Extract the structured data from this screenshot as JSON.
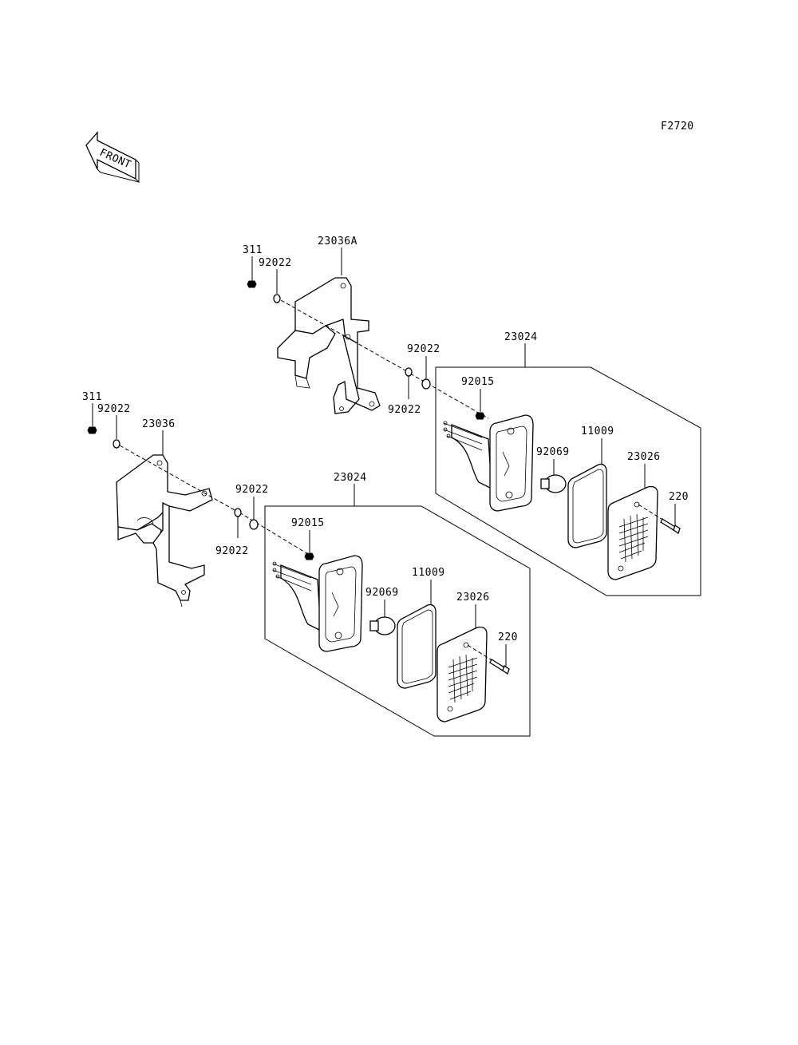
{
  "diagram_code": "F2720",
  "front_arrow_text": "FRONT",
  "labels": {
    "upper_bracket": {
      "nut": "311",
      "washer_a": "92022",
      "bracket": "23036A",
      "washer_b": "92022",
      "washer_c": "92022"
    },
    "lower_bracket": {
      "nut": "311",
      "washer_a": "92022",
      "bracket": "23036",
      "washer_b": "92022",
      "washer_c": "92022"
    },
    "upper_lamp": {
      "assembly": "23024",
      "nut": "92015",
      "bulb": "92069",
      "gasket": "11009",
      "lens": "23026",
      "screw": "220"
    },
    "lower_lamp": {
      "assembly": "23024",
      "nut": "92015",
      "bulb": "92069",
      "gasket": "11009",
      "lens": "23026",
      "screw": "220"
    }
  }
}
